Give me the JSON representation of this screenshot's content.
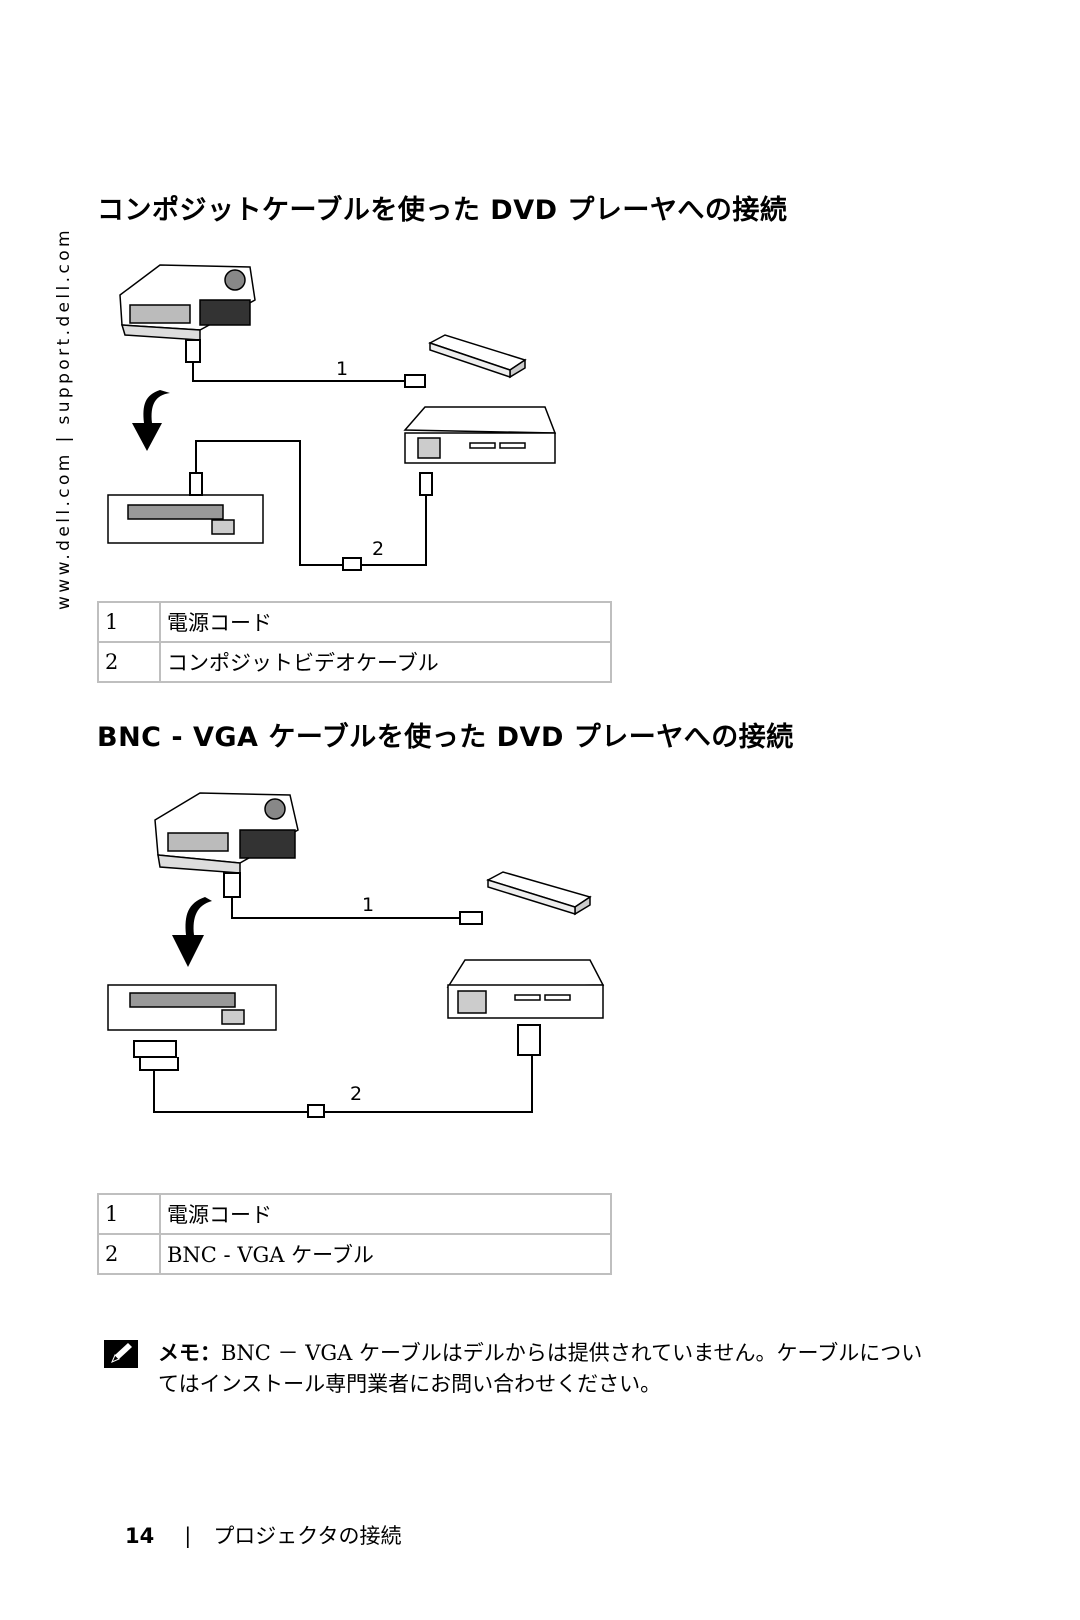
{
  "side_url": "www.dell.com | support.dell.com",
  "section1": {
    "heading": "コンポジットケーブルを使った DVD プレーヤへの接続",
    "diagram_labels": [
      "1",
      "2"
    ],
    "legend": [
      {
        "num": "1",
        "text": "電源コード"
      },
      {
        "num": "2",
        "text": "コンポジットビデオケーブル"
      }
    ]
  },
  "section2": {
    "heading": "BNC - VGA ケーブルを使った DVD プレーヤへの接続",
    "diagram_labels": [
      "1",
      "2"
    ],
    "legend": [
      {
        "num": "1",
        "text": "電源コード"
      },
      {
        "num": "2",
        "text": "BNC - VGA ケーブル"
      }
    ]
  },
  "note": {
    "label": "メモ：",
    "text": "BNC － VGA ケーブルはデルからは提供されていません。ケーブルについてはインストール専門業者にお問い合わせください。"
  },
  "footer": {
    "page_number": "14",
    "separator": "|",
    "chapter": "プロジェクタの接続"
  }
}
